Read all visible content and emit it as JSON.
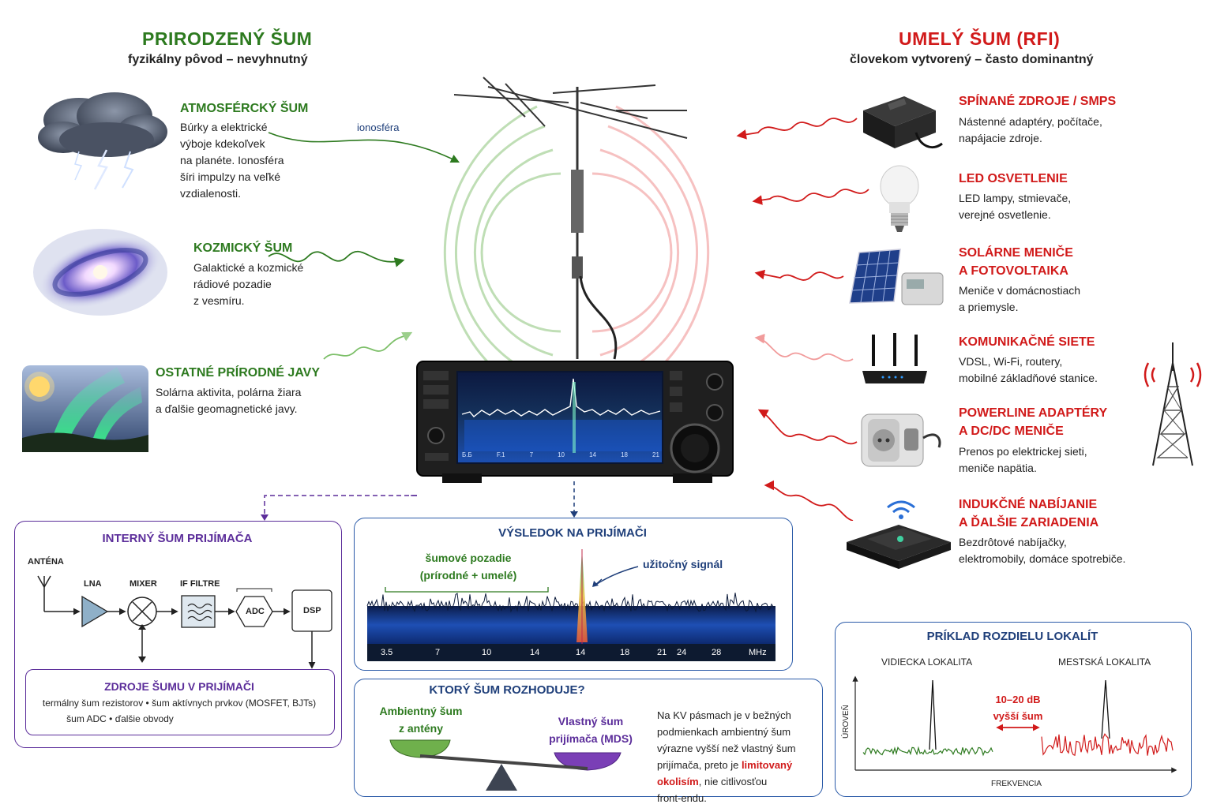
{
  "left": {
    "title": "PRIRODZENÝ ŠUM",
    "subtitle": "fyzikálny pôvod – nevyhnutný",
    "ionosphere_label": "ionosféra",
    "sources": [
      {
        "title": "ATMOSFÉRCKÝ ŠUM",
        "text": "Búrky a elektrické\nvýboje kdekoľvek\nna planéte. Ionosféra\nšíri impulzy na veľké\nvzdialenosti.",
        "icon": "storm-cloud-icon"
      },
      {
        "title": "KOZMICKÝ ŠUM",
        "text": "Galaktické a kozmické\nrádiové pozadie\nz vesmíru.",
        "icon": "galaxy-icon"
      },
      {
        "title": "OSTATNÉ PRÍRODNÉ JAVY",
        "text": "Solárna aktivita, polárna žiara\na ďalšie geomagnetické javy.",
        "icon": "aurora-icon"
      }
    ]
  },
  "right": {
    "title": "UMELÝ ŠUM (RFI)",
    "subtitle": "človekom vytvorený – často dominantný",
    "sources": [
      {
        "title": "SPÍNANÉ ZDROJE / SMPS",
        "text": "Nástenné adaptéry, počítače,\nnapájacie zdroje.",
        "icon": "power-adapter-icon"
      },
      {
        "title": "LED OSVETLENIE",
        "text": "LED lampy, stmievače,\nverejné osvetlenie.",
        "icon": "led-bulb-icon"
      },
      {
        "title": "SOLÁRNE MENIČE\nA FOTOVOLTAIKA",
        "text": "Meniče v domácnostiach\na priemysle.",
        "icon": "solar-panel-icon"
      },
      {
        "title": "KOMUNIKAČNÉ SIETE",
        "text": "VDSL, Wi-Fi, routery,\nmobilné základňové stanice.",
        "icon": "router-icon"
      },
      {
        "title": "POWERLINE ADAPTÉRY\nA DC/DC MENIČE",
        "text": "Prenos po elektrickej sieti,\nmeniče napätia.",
        "icon": "powerline-adapter-icon"
      },
      {
        "title": "INDUKČNÉ NABÍJANIE\nA ĎALŠIE ZARIADENIA",
        "text": "Bezdrôtové nabíjačky,\nelektromobily, domáce spotrebiče.",
        "icon": "wireless-charger-icon"
      }
    ]
  },
  "radio": {
    "freq_labels": [
      "Б.Б",
      "F.1",
      "7",
      "10",
      "14",
      "18",
      "21"
    ]
  },
  "internal": {
    "title": "INTERNÝ ŠUM PRIJÍMAČA",
    "blocks": {
      "antenna": "ANTÉNA",
      "lna": "LNA",
      "mixer": "MIXER",
      "if": "IF FILTRE",
      "adc": "ADC",
      "dsp": "DSP"
    },
    "sources_title": "ZDROJE ŠUMU V PRIJÍMAČI",
    "sources_line1": "termálny šum rezistorov • šum aktívnych prvkov (MOSFET, BJTs)",
    "sources_line2": "šum ADC  •  ďalšie obvody"
  },
  "result": {
    "title": "VÝSLEDOK NA PRIJÍMAČI",
    "noise_label_1": "šumové pozadie",
    "noise_label_2": "(prírodné + umelé)",
    "signal_label": "užitočný signál",
    "axis": [
      "3.5",
      "7",
      "10",
      "14",
      "14",
      "18",
      "21",
      "24",
      "28",
      "MHz"
    ]
  },
  "which": {
    "title": "KTORÝ ŠUM ROZHODUJE?",
    "left_label_1": "Ambientný šum",
    "left_label_2": "z antény",
    "right_label_1": "Vlastný šum",
    "right_label_2": "prijímača (MDS)",
    "text_1": "Na KV pásmach je v bežných\npodmienkach ambientný šum\nvýrazne vyšší než vlastný šum\nprijímača, preto je ",
    "text_highlight": "limitovaný\nokolisím",
    "text_2": ", nie citlivosťou\nfront-endu."
  },
  "compare": {
    "title": "PRÍKLAD ROZDIELU LOKALÍT",
    "rural": "VIDIECKA LOKALITA",
    "urban": "MESTSKÁ LOKALITA",
    "diff_1": "10–20 dB",
    "diff_2": "vyšší šum",
    "ylabel": "ÚROVEŇ",
    "xlabel": "FREKVENCIA"
  },
  "colors": {
    "green": "#2d7a1f",
    "red": "#d11a1a",
    "purple": "#5b2d9a",
    "navy": "#1f3f7a",
    "blue_panel": "#2a5aa8"
  }
}
